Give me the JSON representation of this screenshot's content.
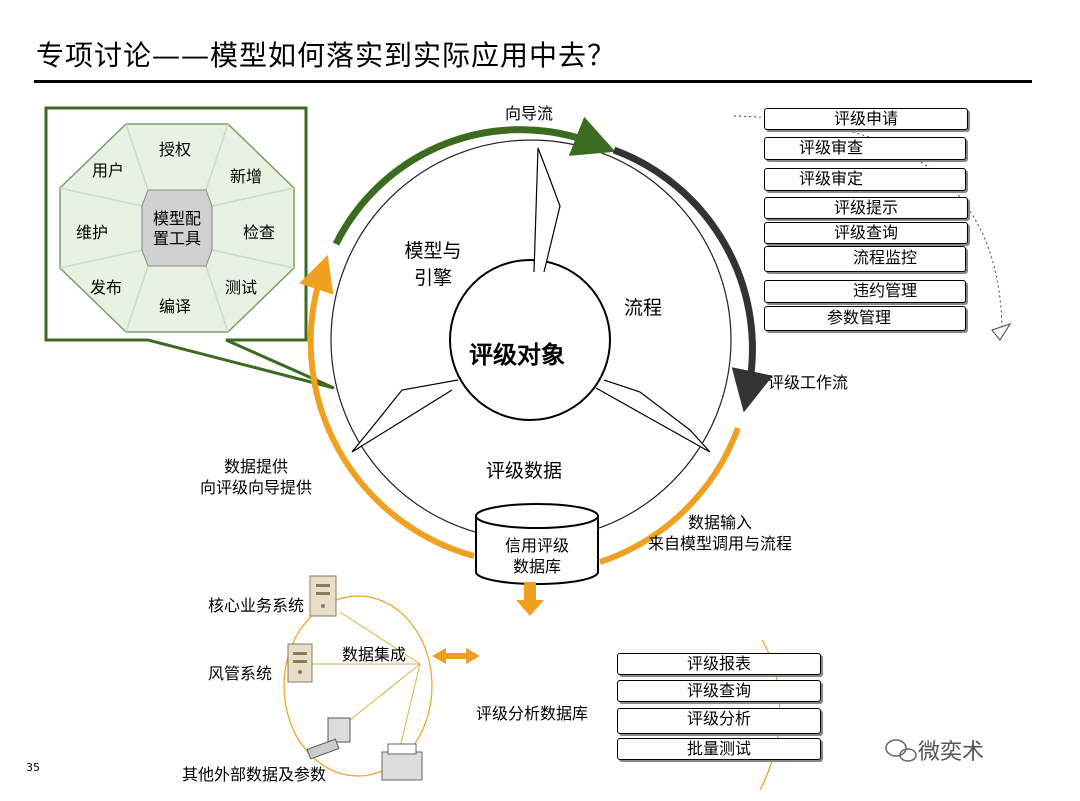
{
  "title": "专项讨论——模型如何落实到实际应用中去？",
  "octagon": {
    "center": [
      "模型配",
      "置工具"
    ],
    "segments": {
      "top": "授权",
      "top_left": "用户",
      "top_right": "新增",
      "left": "维护",
      "right": "检查",
      "bottom_left": "发布",
      "bottom": "编译",
      "bottom_right": "测试"
    }
  },
  "cycle": {
    "center": "评级对象",
    "model_engine": [
      "模型与",
      "引擎"
    ],
    "process": "流程",
    "rating_data": "评级数据",
    "wizard_flow": "向导流",
    "rating_workflow": "评级工作流",
    "data_provide": [
      "数据提供",
      "向评级向导提供"
    ],
    "data_input": [
      "数据输入",
      "来自模型调用与流程"
    ],
    "database": [
      "信用评级",
      "数据库"
    ]
  },
  "workflow_buttons": [
    "评级申请",
    "评级审查",
    "评级审定",
    "评级提示",
    "评级查询",
    "流程监控",
    "违约管理",
    "参数管理"
  ],
  "integration": {
    "core_system": "核心业务系统",
    "risk_system": "风管系统",
    "external": "其他外部数据及参数",
    "data_integration": "数据集成",
    "analysis_db": "评级分析数据库"
  },
  "analysis_buttons": [
    "评级报表",
    "评级查询",
    "评级分析",
    "批量测试"
  ],
  "page_number": "35",
  "watermark": "微奕术",
  "colors": {
    "green": "#3a6b1f",
    "orange": "#f0a020",
    "dark": "#333333",
    "octagon_fill": "#e8f2e2"
  }
}
